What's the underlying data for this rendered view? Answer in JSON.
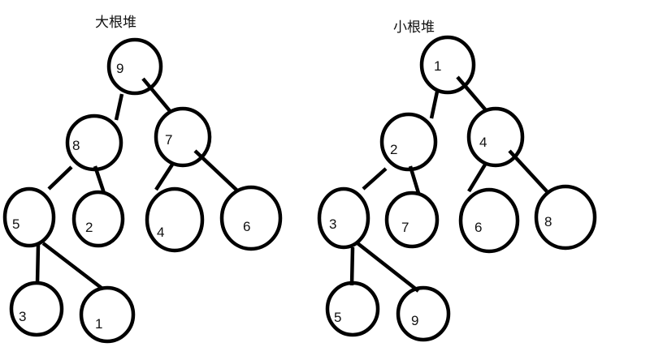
{
  "max_heap": {
    "title": "大根堆",
    "nodes": [
      "9",
      "8",
      "7",
      "5",
      "2",
      "4",
      "6",
      "3",
      "1"
    ]
  },
  "min_heap": {
    "title": "小根堆",
    "nodes": [
      "1",
      "2",
      "4",
      "3",
      "7",
      "6",
      "8",
      "5",
      "9"
    ]
  },
  "colors": {
    "stroke": "#000000",
    "text": "#111111",
    "background": "#ffffff"
  }
}
